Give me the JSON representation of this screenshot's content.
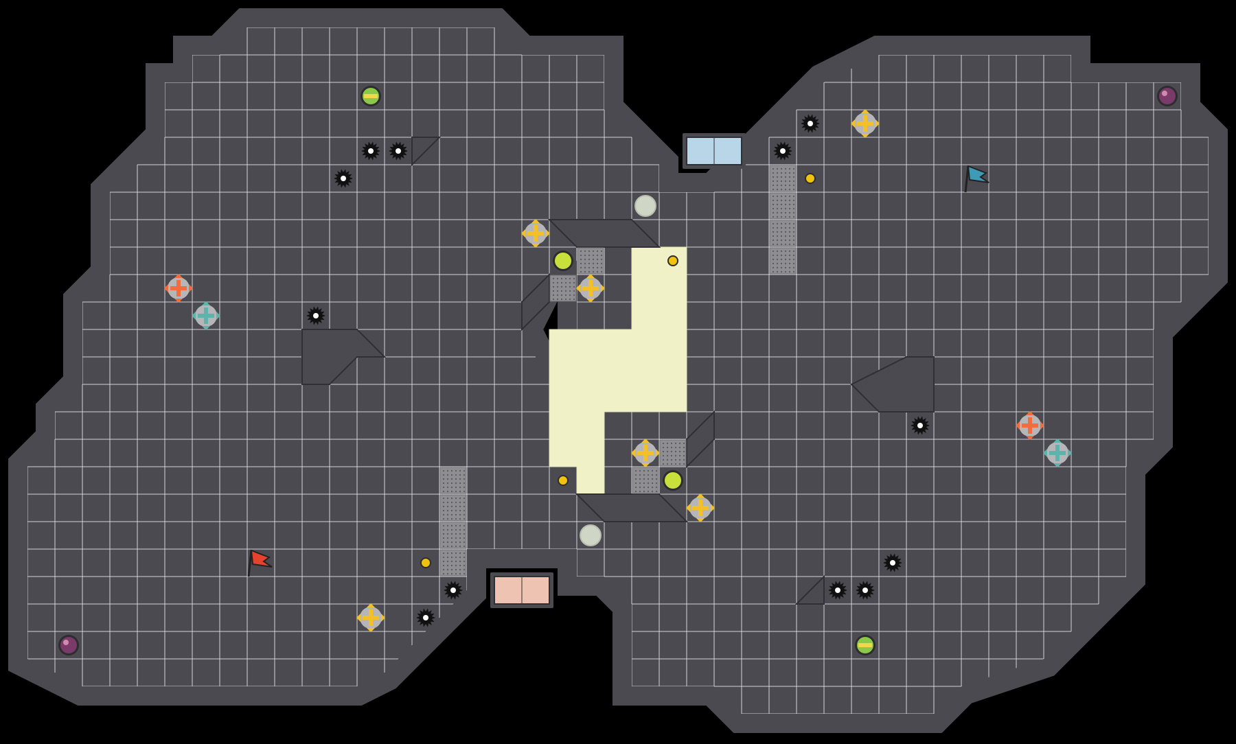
{
  "game": {
    "map": {
      "cols": 45,
      "rows": 27,
      "colors": {
        "background": "#000000",
        "floor": "#ebebee",
        "grid_line": "#d3d3d8",
        "wall": "#4a4a50",
        "wall_edge": "#2f2f34",
        "highlight_zone": "#f1f1c7",
        "grate": "#8f8f93"
      }
    },
    "teams": {
      "red": {
        "color": "#e6432f",
        "gate_color": "#efc3b1"
      },
      "blue": {
        "color": "#3f9bb5",
        "gate_color": "#b9d6e8"
      }
    },
    "pickups": {
      "boost_colors": {
        "yellow": "#f2c028",
        "red": "#f36c3d",
        "team_blue": "#5fb3ad"
      },
      "power_up_color": "#c8e03b",
      "bomb_color": "#7a3a6a",
      "portal_inactive_color": "#cfd6c6",
      "token_color": "#f1c30f",
      "spike_color": "#111111"
    },
    "entities": [
      "flag-red",
      "flag-blue",
      "gate-red",
      "gate-blue",
      "spike",
      "boost",
      "powerup",
      "bomb",
      "portal",
      "token",
      "grate",
      "speed-pad"
    ]
  }
}
